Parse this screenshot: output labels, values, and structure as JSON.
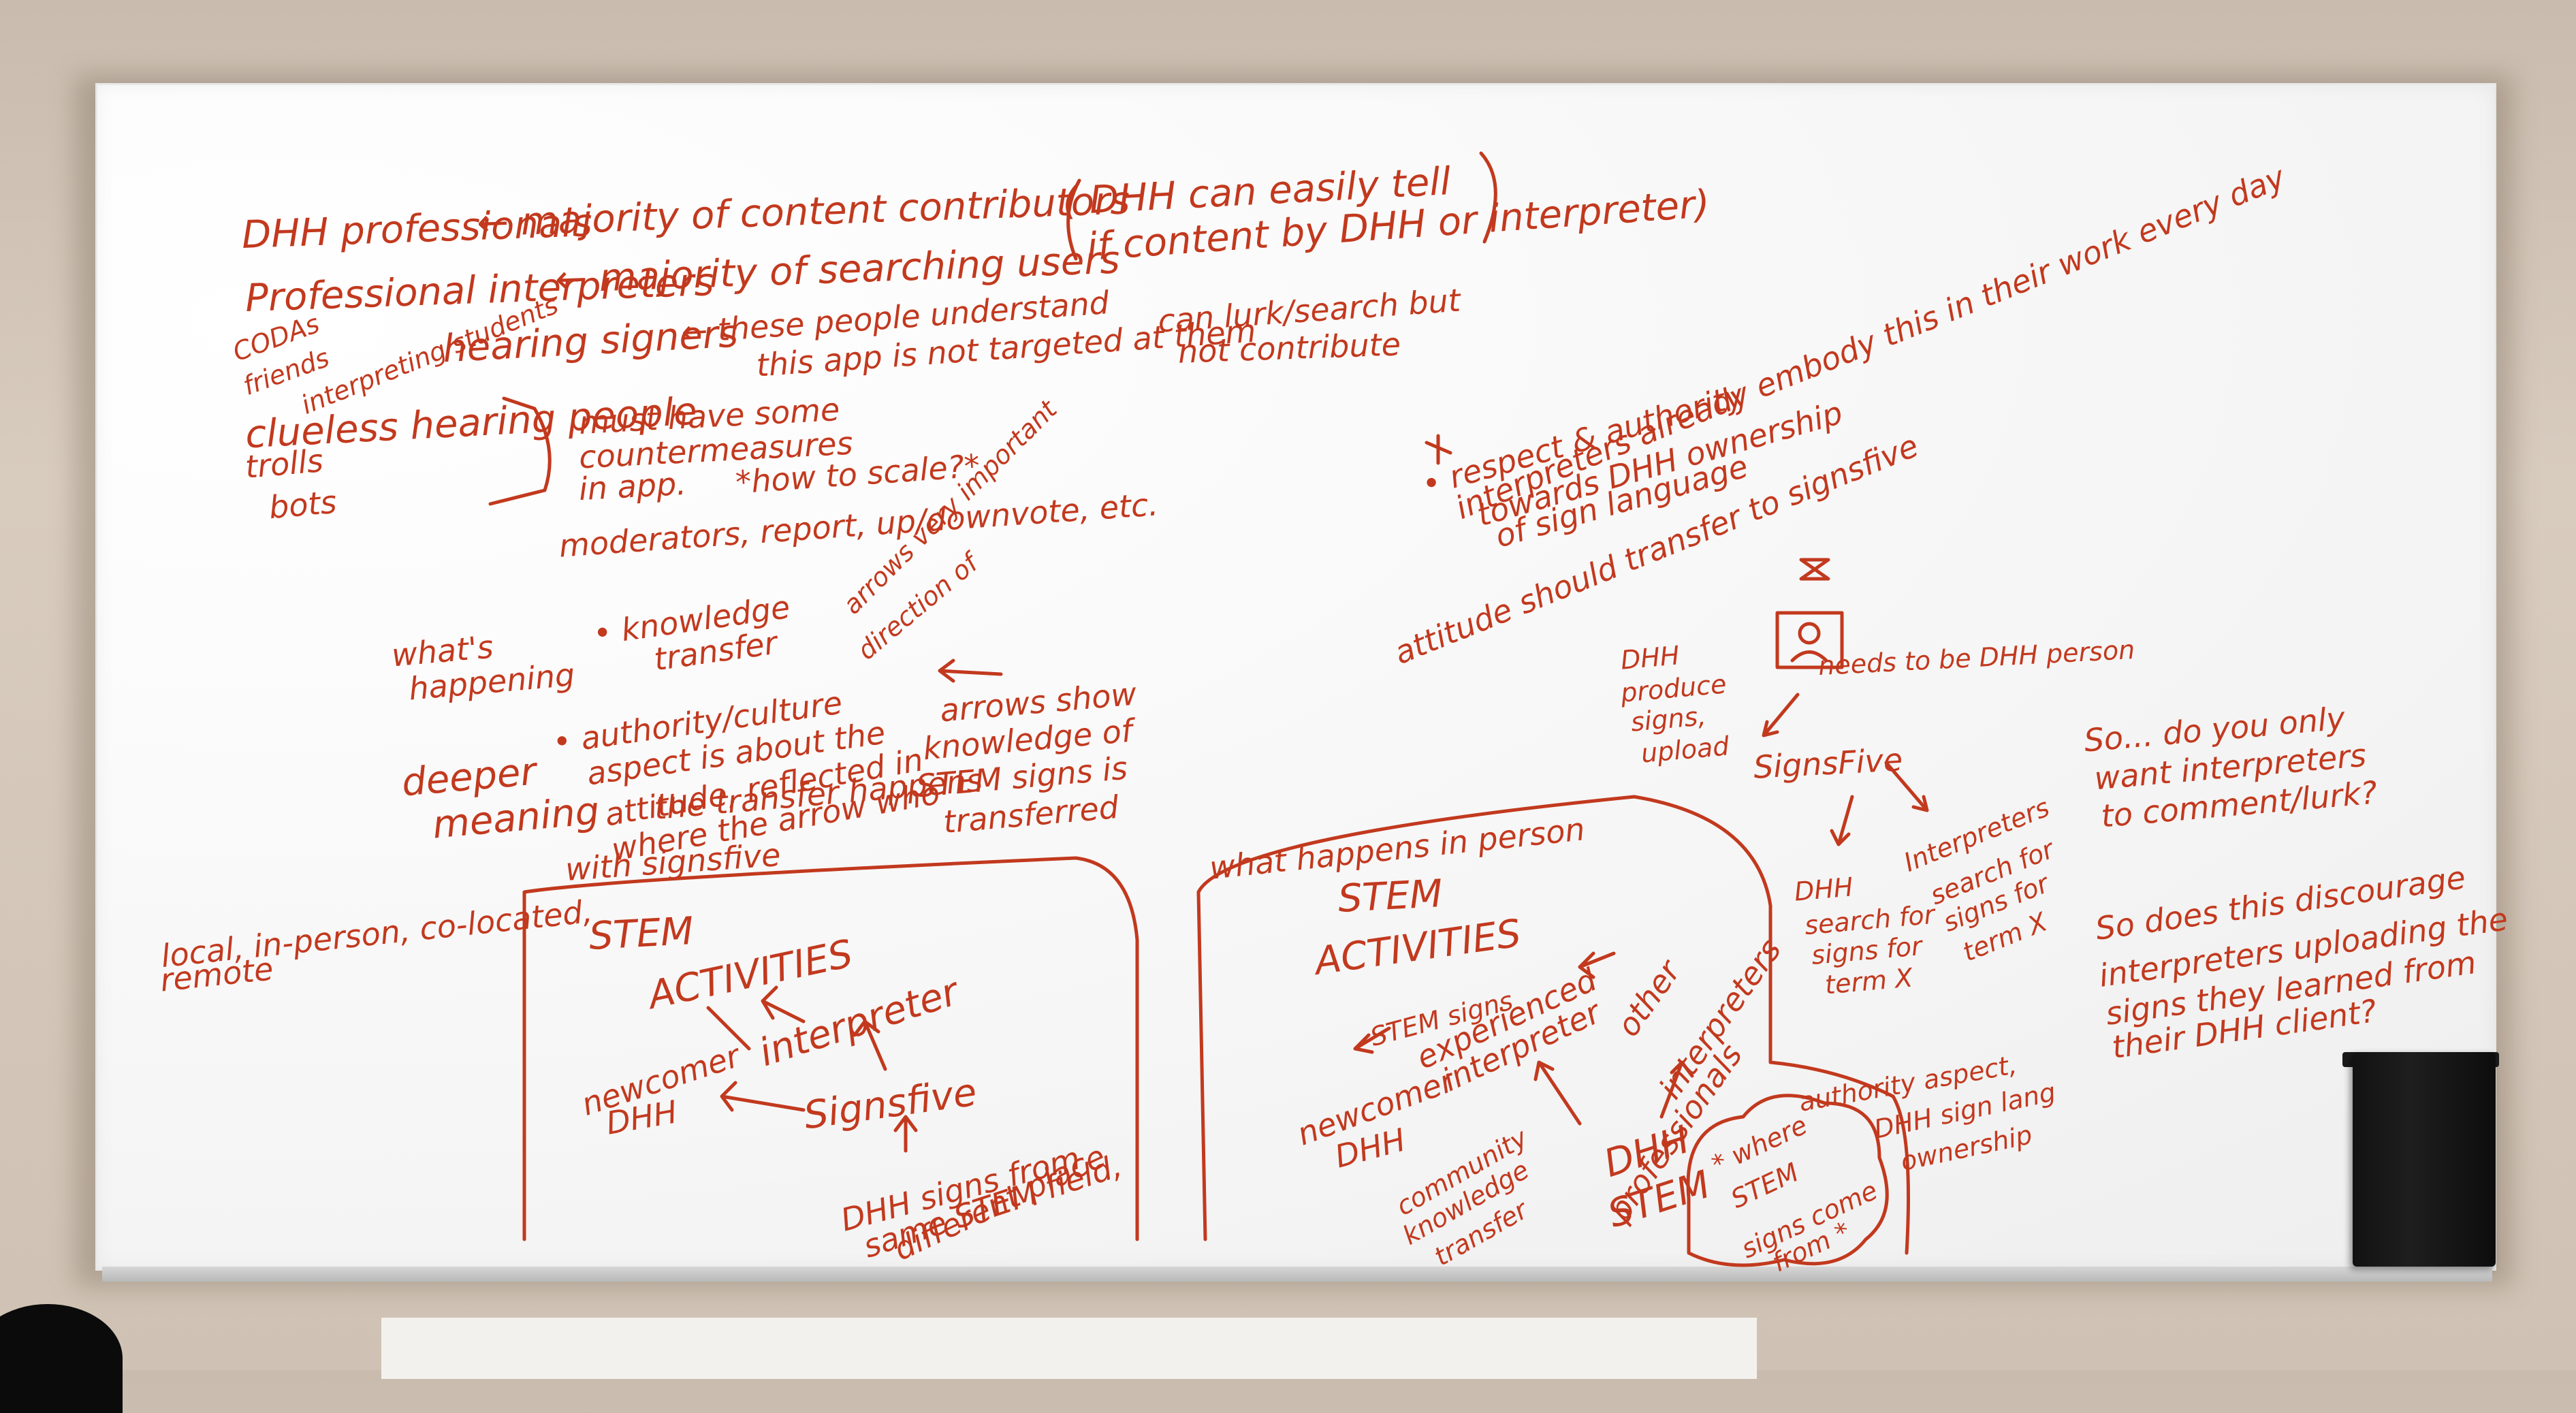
{
  "colors": {
    "marker": "#c2391e",
    "board": "#fbfbfb",
    "wall": "#cfc2b4"
  },
  "whiteboard": {
    "t1": "DHH professionals",
    "t1b": "← majority of content contributors",
    "t2": "Professional interpreters",
    "t2b": "← majority of searching users",
    "t3": "( DHH can easily tell",
    "t3b": "if content by DHH or interpreter)",
    "t4": "hearing signers",
    "t4b": "← these people understand",
    "t4c": "this app is not targeted at them",
    "t4d": "can lurk/search but",
    "t4e": "not contribute",
    "codas": "CODAs",
    "friends": "friends",
    "interp_students": "interpreting students",
    "clueless": "clueless hearing people",
    "trolls": "trolls",
    "bots": "bots",
    "counter1": "must have some",
    "counter2": "countermeasures",
    "counter3": "in app.",
    "counter4": "*how to scale?*",
    "counter5": "moderators, report, up/downvote, etc.",
    "respect1": "• respect & authority",
    "respect2": "towards DHH ownership",
    "respect3": "of sign language",
    "interp1": "interpreters already embody this in their work every day",
    "interp2": "attitude should transfer to signsfive",
    "whats1": "what's",
    "whats2": "happening",
    "kt1": "• knowledge",
    "kt2": "transfer",
    "dir1": "direction of",
    "dir2": "arrows very important",
    "arrows1": "arrows show",
    "arrows2": "knowledge of",
    "arrows3": "STEM signs is",
    "arrows4": "transferred",
    "deep1": "deeper",
    "deep2": "meaning",
    "auth1": "• authority/culture",
    "auth2": "aspect is about the",
    "auth3": "attitude, reflected in",
    "auth4": "where the arrow who",
    "auth5": "the transfer happens",
    "auth6": "with signsfive",
    "local1": "local, in-person, co-located,",
    "local2": "remote",
    "d1_title1": "STEM",
    "d1_title2": "ACTIVITIES",
    "d1_newcomer1": "newcomer",
    "d1_newcomer2": "DHH",
    "d1_interpreter": "interpreter",
    "d1_signsfive": "Signsfive",
    "d1_dhh1": "DHH signs from",
    "d1_dhh2": "same STEM field,",
    "d1_dhh3": "different place",
    "d2_header": "what happens in person",
    "d2_title1": "STEM",
    "d2_title2": "ACTIVITIES",
    "d2_stemsigns": "STEM signs",
    "d2_newcomer1": "newcomer",
    "d2_newcomer2": "DHH",
    "d2_exp1": "experienced",
    "d2_exp2": "interpreter",
    "d2_other1": "other",
    "d2_other2": "interpreters",
    "d2_comm1": "community",
    "d2_comm2": "knowledge",
    "d2_comm3": "transfer",
    "d2_dhh1": "DHH",
    "d2_dhh2": "STEM",
    "d2_dhh3": "professionals",
    "d2_cloud1": "* where",
    "d2_cloud2": "STEM",
    "d2_cloud3": "signs come",
    "d2_cloud4": "from *",
    "d2_auth1": "authority aspect,",
    "d2_auth2": "DHH sign lang",
    "d2_auth3": "ownership",
    "flow1": "DHH",
    "flow2": "produce",
    "flow3": "signs,",
    "flow4": "upload",
    "needs": "needs to be DHH person",
    "flow_signsfive": "SignsFive",
    "flow_dhh1": "DHH",
    "flow_dhh2": "search for",
    "flow_dhh3": "signs for",
    "flow_dhh4": "term X",
    "flow_int1": "Interpreters",
    "flow_int2": "search for",
    "flow_int3": "signs for",
    "flow_int4": "term X",
    "q1": "So... do you only",
    "q2": "want interpreters",
    "q3": "to comment/lurk?",
    "q4": "So does this discourage",
    "q5": "interpreters uploading the",
    "q6": "signs they learned from",
    "q7": "their DHH client?"
  }
}
